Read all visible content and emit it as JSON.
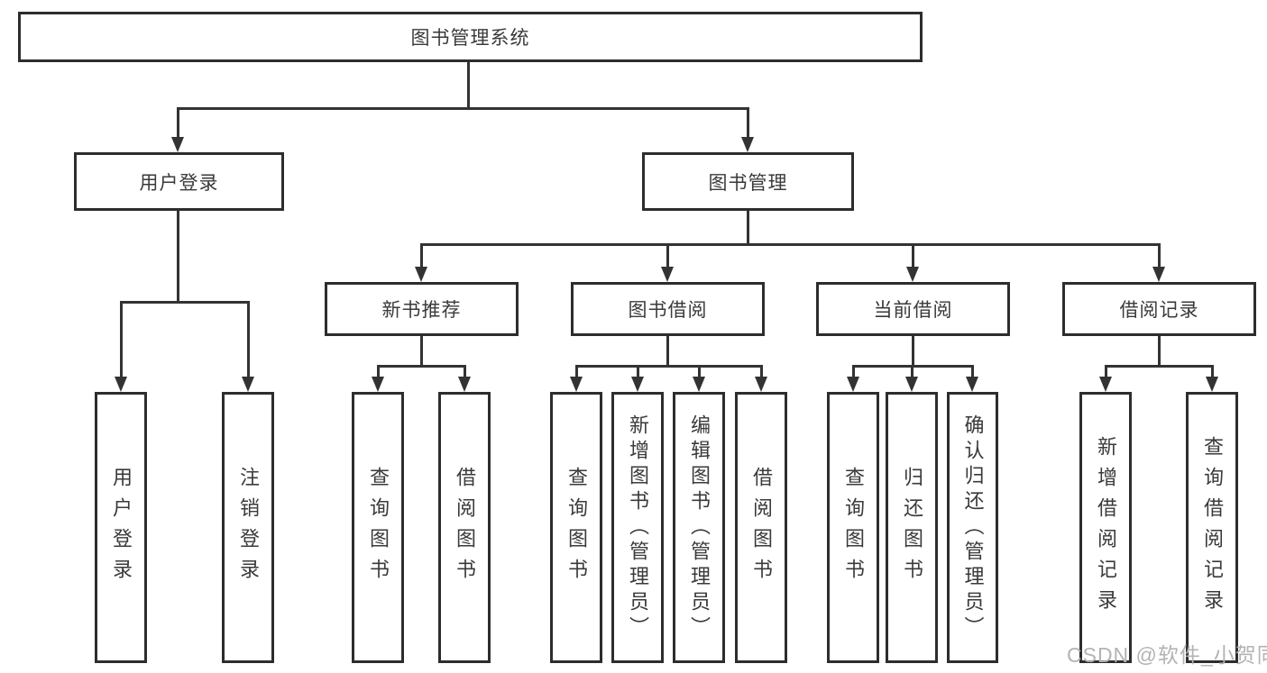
{
  "tree": {
    "label": "图书管理系统",
    "children": [
      {
        "label": "用户登录",
        "children": [
          {
            "label": "用户登录"
          },
          {
            "label": "注销登录"
          }
        ]
      },
      {
        "label": "图书管理",
        "children": [
          {
            "label": "新书推荐",
            "children": [
              {
                "label": "查询图书"
              },
              {
                "label": "借阅图书"
              }
            ]
          },
          {
            "label": "图书借阅",
            "children": [
              {
                "label": "查询图书"
              },
              {
                "label": "新增图书（管理员）"
              },
              {
                "label": "编辑图书（管理员）"
              },
              {
                "label": "借阅图书"
              }
            ]
          },
          {
            "label": "当前借阅",
            "children": [
              {
                "label": "查询图书"
              },
              {
                "label": "归还图书"
              },
              {
                "label": "确认归还（管理员）"
              }
            ]
          },
          {
            "label": "借阅记录",
            "children": [
              {
                "label": "新增借阅记录"
              },
              {
                "label": "查询借阅记录"
              }
            ]
          }
        ]
      }
    ]
  },
  "watermark": {
    "text": "CSDN @软件_小贺同学"
  },
  "colors": {
    "background": "#ffffff",
    "box_border": "#2d2d2d",
    "line": "#333333",
    "text": "#3a3a3a",
    "watermark": "#b3b3b3"
  }
}
